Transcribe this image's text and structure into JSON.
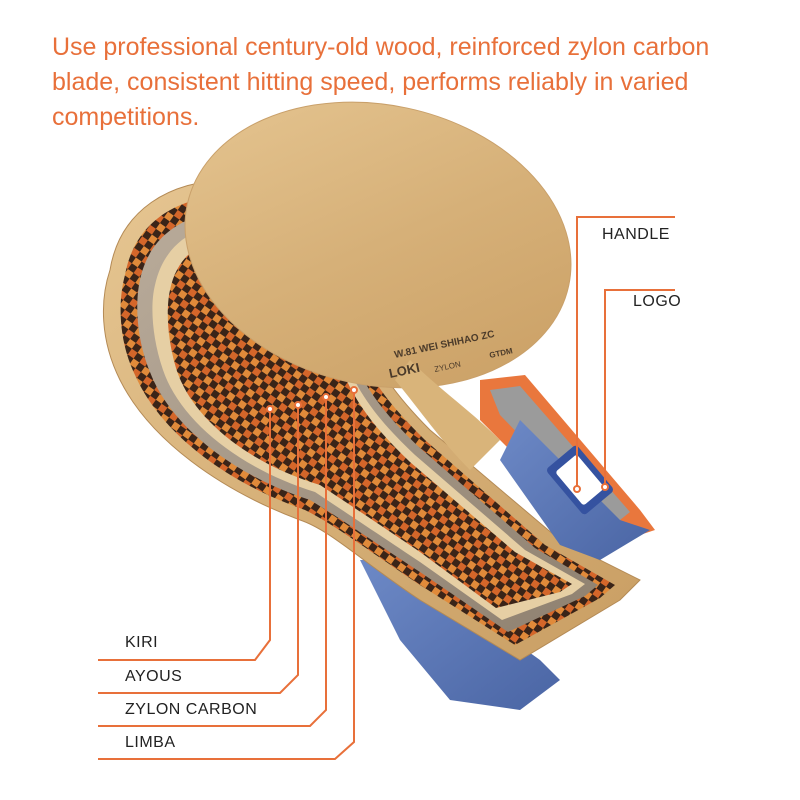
{
  "headline": "Use professional century-old wood, reinforced zylon carbon blade, consistent hitting speed, performs reliably in varied competitions.",
  "labels": {
    "handle": "HANDLE",
    "logo": "LOGO",
    "kiri": "KIRI",
    "ayous": "AYOUS",
    "zylon_carbon": "ZYLON CARBON",
    "limba": "LIMBA"
  },
  "blade_print": {
    "model": "W.81 WEI SHIHAO ZC",
    "brand": "LOKI",
    "series": "ZYLON",
    "extra": "GTDM"
  },
  "colors": {
    "accent": "#e8703a",
    "wood": "#d9b47a",
    "carbon": "#c8602a",
    "handle_blue": "#5a78b8"
  }
}
